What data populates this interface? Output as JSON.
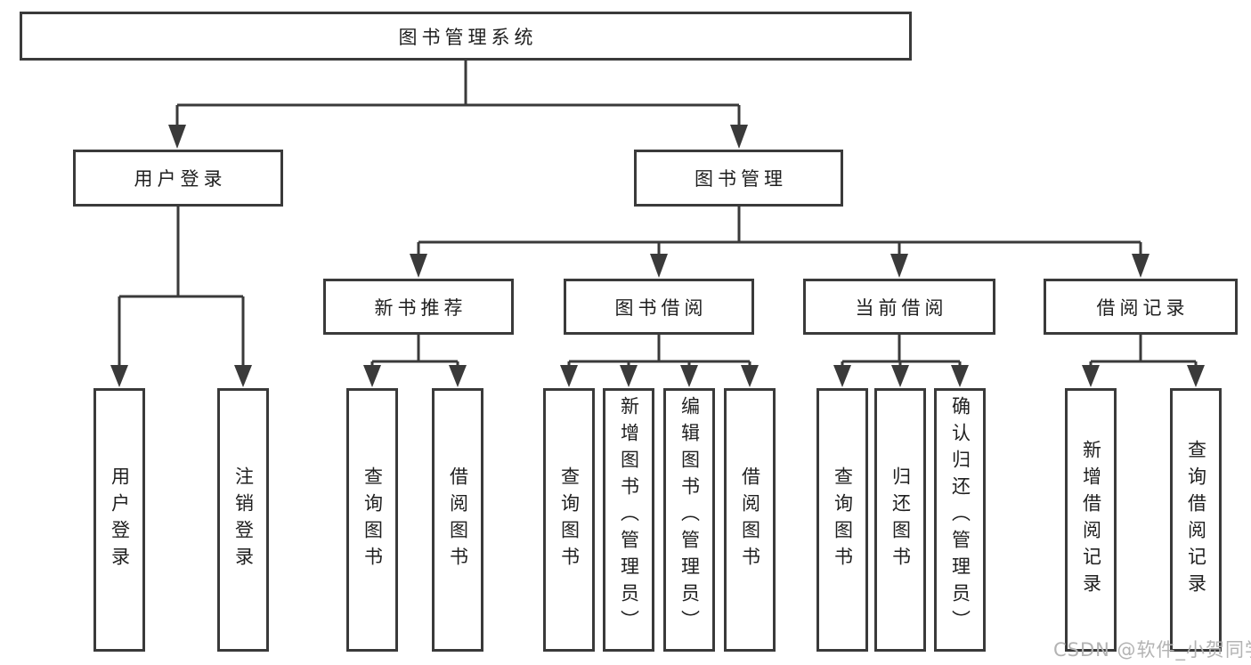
{
  "tree": {
    "label": "图书管理系统",
    "children": [
      {
        "label": "用户登录",
        "children": [
          {
            "label": "用户登录"
          },
          {
            "label": "注销登录"
          }
        ]
      },
      {
        "label": "图书管理",
        "children": [
          {
            "label": "新书推荐",
            "children": [
              {
                "label": "查询图书"
              },
              {
                "label": "借阅图书"
              }
            ]
          },
          {
            "label": "图书借阅",
            "children": [
              {
                "label": "查询图书"
              },
              {
                "label": "新增图书（管理员）"
              },
              {
                "label": "编辑图书（管理员）"
              },
              {
                "label": "借阅图书"
              }
            ]
          },
          {
            "label": "当前借阅",
            "children": [
              {
                "label": "查询图书"
              },
              {
                "label": "归还图书"
              },
              {
                "label": "确认归还（管理员）"
              }
            ]
          },
          {
            "label": "借阅记录",
            "children": [
              {
                "label": "新增借阅记录"
              },
              {
                "label": "查询借阅记录"
              }
            ]
          }
        ]
      }
    ]
  },
  "watermark": "CSDN @软件_小贺同学",
  "colors": {
    "line": "#3a3a3a",
    "box_border": "#3a3a3a",
    "text": "#1f1f1f",
    "watermark": "#b3b3b3",
    "background": "#ffffff"
  }
}
